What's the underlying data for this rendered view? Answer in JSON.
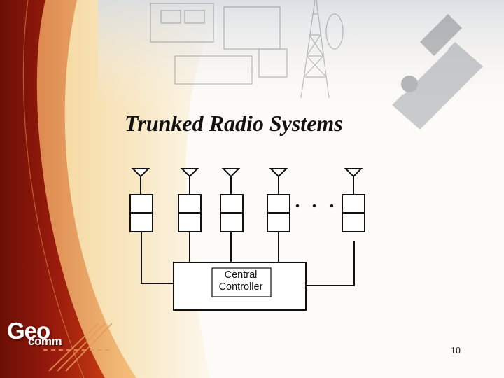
{
  "slide": {
    "title": "Trunked Radio Systems",
    "page_number": "10"
  },
  "logo": {
    "primary": "Geo",
    "secondary": "comm"
  },
  "diagram": {
    "controller_label_line1": "Central",
    "controller_label_line2": "Controller",
    "repeater_count": 5,
    "ellipsis_dots": 3
  },
  "colors": {
    "left_band_dark": "#7a1208",
    "left_band_red": "#b22a10",
    "left_band_orange": "#e58a2a",
    "line_color": "#111111"
  }
}
